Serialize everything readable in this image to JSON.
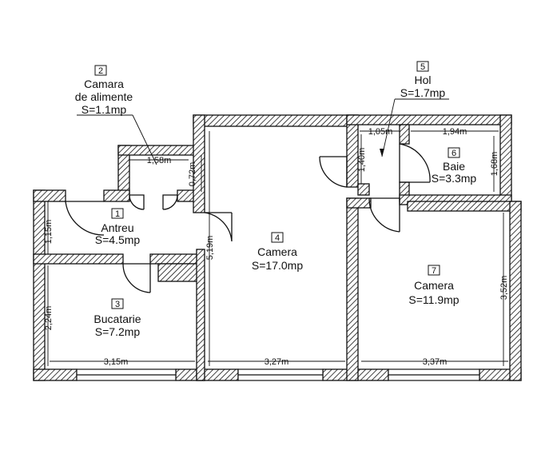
{
  "rooms": [
    {
      "number": "1",
      "name": "Antreu",
      "area": "S=4.5mp"
    },
    {
      "number": "2",
      "name_line1": "Camara",
      "name_line2": "de alimente",
      "area": "S=1.1mp"
    },
    {
      "number": "3",
      "name": "Bucatarie",
      "area": "S=7.2mp"
    },
    {
      "number": "4",
      "name": "Camera",
      "area": "S=17.0mp"
    },
    {
      "number": "5",
      "name": "Hol",
      "area": "S=1.7mp"
    },
    {
      "number": "6",
      "name": "Baie",
      "area": "S=3.3mp"
    },
    {
      "number": "7",
      "name": "Camera",
      "area": "S=11.9mp"
    }
  ],
  "dimensions": {
    "d158": "1,58m",
    "d072": "0,72m",
    "d115": "1,15m",
    "d519": "5,19m",
    "d224": "2,24m",
    "d315": "3,15m",
    "d327": "3,27m",
    "d105": "1,05m",
    "d194": "1,94m",
    "d140": "1,40m",
    "d168": "1,68m",
    "d352": "3,52m",
    "d337": "3,37m"
  },
  "colors": {
    "line": "#111111",
    "hatch": "#111111",
    "background": "#ffffff"
  }
}
